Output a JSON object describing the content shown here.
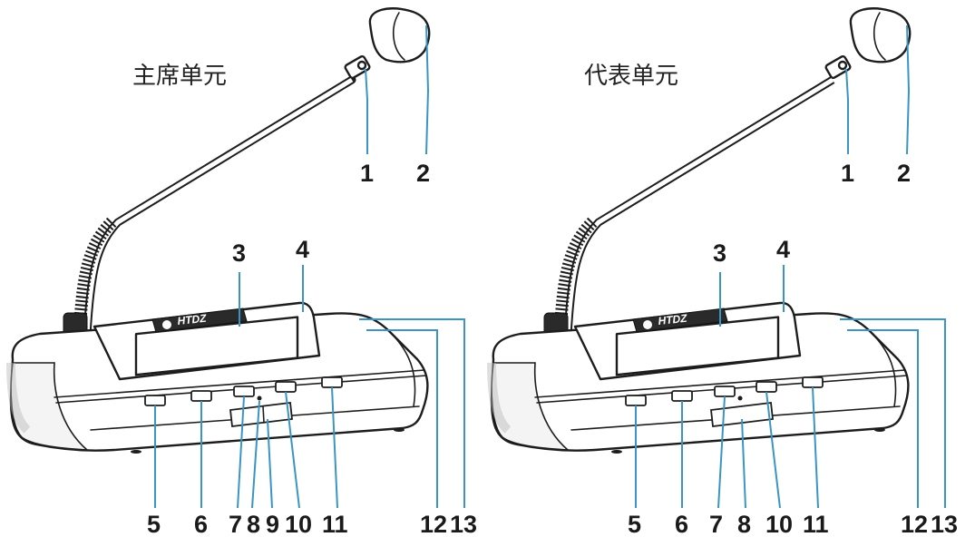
{
  "units": [
    {
      "title": "主席单元",
      "brand": "HTDZ",
      "labels": [
        "1",
        "2",
        "3",
        "4",
        "5",
        "6",
        "7",
        "8",
        "9",
        "10",
        "11",
        "12",
        "13"
      ]
    },
    {
      "title": "代表单元",
      "brand": "HTDZ",
      "labels": [
        "1",
        "2",
        "3",
        "4",
        "5",
        "6",
        "7",
        "8",
        "10",
        "11",
        "12",
        "13"
      ]
    }
  ],
  "colors": {
    "leader_line": "#3a95c4",
    "outline": "#1d1d1d"
  }
}
